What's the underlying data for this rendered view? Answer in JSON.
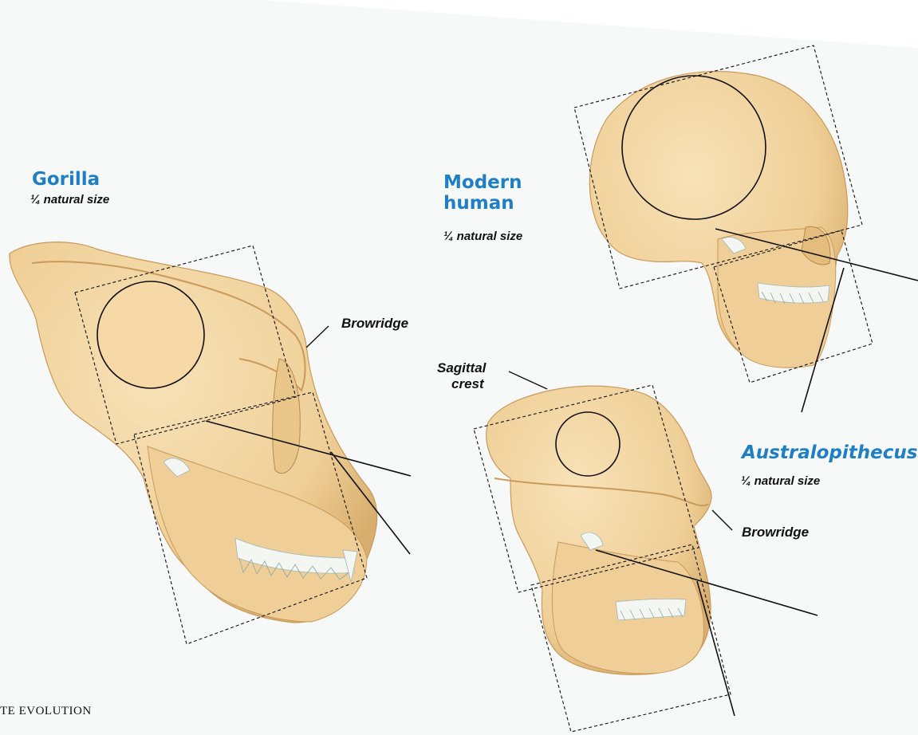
{
  "gorilla": {
    "name": "Gorilla",
    "scale": "¼ natural size",
    "callout": "Browridge"
  },
  "human": {
    "name_line1": "Modern",
    "name_line2": "human",
    "scale": "¼ natural size"
  },
  "australopithecus": {
    "name": "Australopithecus",
    "scale": "¼ natural size",
    "crest_line1": "Sagittal",
    "crest_line2": "crest",
    "callout": "Browridge"
  },
  "footer": {
    "text": "TE EVOLUTION"
  },
  "colors": {
    "bone": "#f3d7a8",
    "bone_shade": "#d9b47a",
    "teeth": "#f4f6f2",
    "title": "#1f7fc4",
    "line": "#111111"
  }
}
